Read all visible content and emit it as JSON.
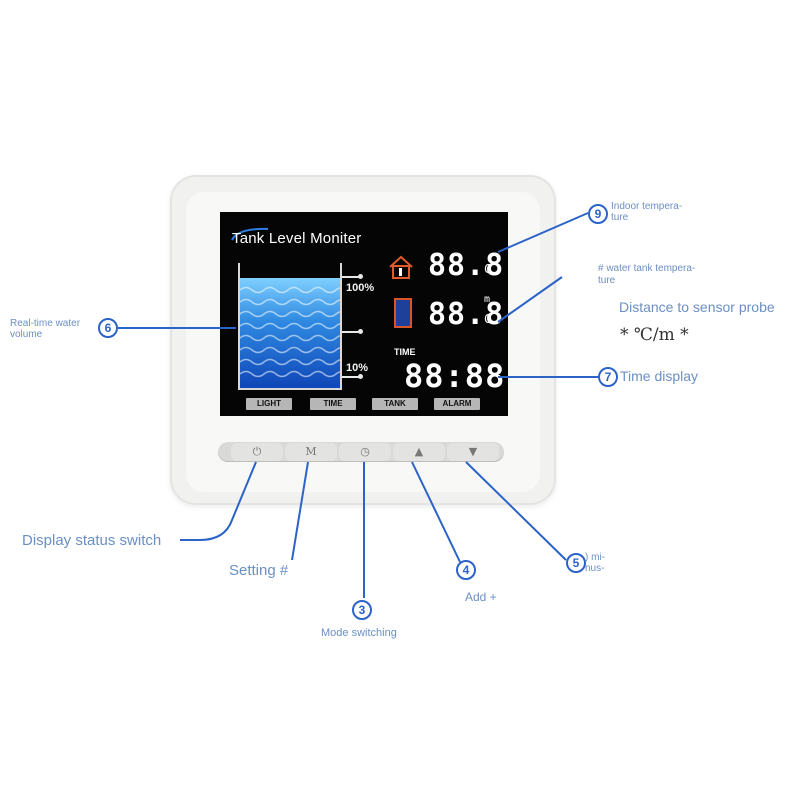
{
  "device": {
    "brand": "Tank Level Moniter",
    "tank_levels": {
      "top": "100%",
      "bottom": "10%"
    },
    "fill_level_fraction": 0.85,
    "indoor_temp_reading": "88.8",
    "indoor_temp_unit": "C",
    "tank_temp_reading": "88.8",
    "tank_temp_unit": "C",
    "tank_distance_unit": "m",
    "time_label": "TIME",
    "time_reading": "88:88",
    "screen_buttons": [
      "LIGHT",
      "TIME",
      "TANK",
      "ALARM"
    ],
    "keys": [
      {
        "icon": "power-icon",
        "glyph": "⏻"
      },
      {
        "icon": "m-icon",
        "glyph": "M"
      },
      {
        "icon": "clock-icon",
        "glyph": "◷"
      },
      {
        "icon": "up-icon",
        "glyph": "▲"
      },
      {
        "icon": "down-icon",
        "glyph": "▼"
      }
    ]
  },
  "callouts": {
    "n9": {
      "num": "9",
      "line1": "Indoor tempera-",
      "line2": "ture"
    },
    "tank_temp": {
      "line1": "# water tank tempera-",
      "line2": "ture"
    },
    "distance": {
      "text": "Distance to sensor probe"
    },
    "units": {
      "text": "* ℃/m *"
    },
    "n6": {
      "num": "6",
      "line1": "Real-time water",
      "line2": "volume"
    },
    "n7": {
      "num": "7",
      "text": "Time display"
    },
    "display_switch": {
      "text": "Display status switch"
    },
    "setting": {
      "text": "Setting #"
    },
    "n3": {
      "num": "3",
      "text": "Mode switching"
    },
    "n4": {
      "num": "4",
      "text": "Add +"
    },
    "n5": {
      "num": "5",
      "line1": ") mi-",
      "line2": "nus-"
    }
  },
  "colors": {
    "accent": "#2c63c9",
    "label": "#6b8fc4",
    "screen": "#050505"
  }
}
